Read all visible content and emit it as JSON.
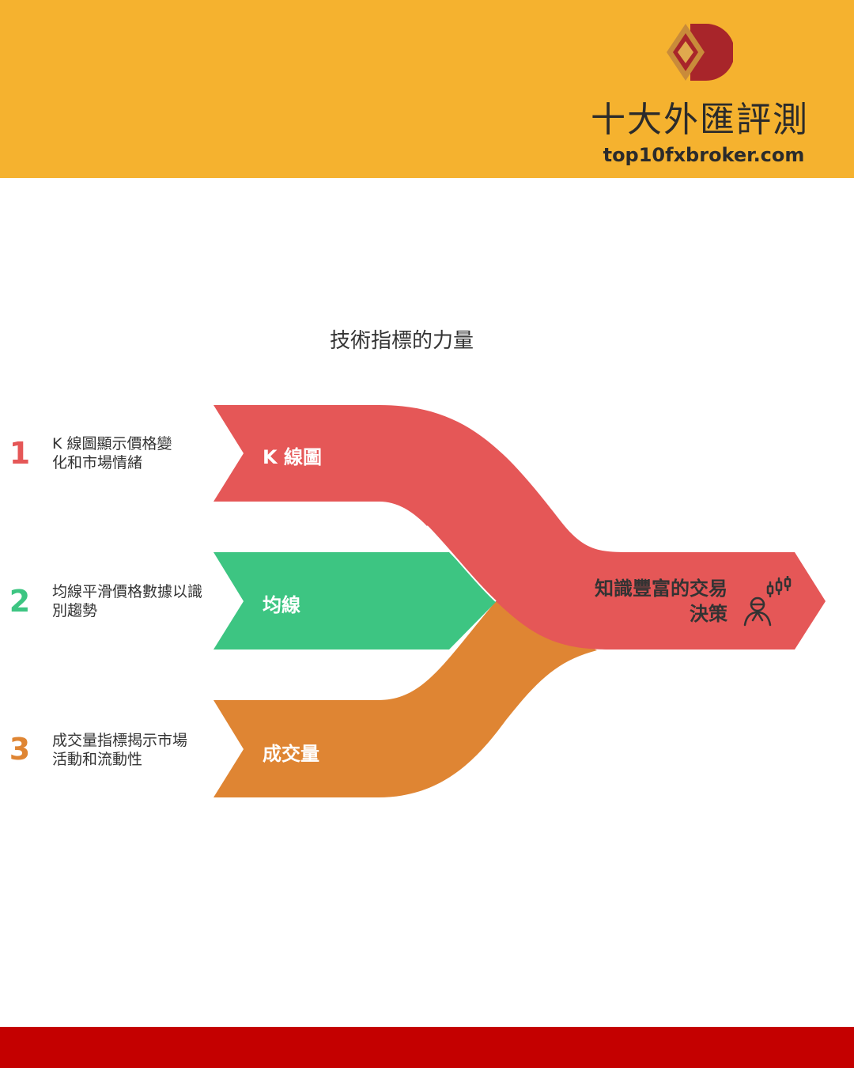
{
  "header": {
    "brand_name": "十大外匯評測",
    "brand_url": "top10fxbroker.com",
    "logo_icon": "diamond-d-logo-icon",
    "background": "#f5b22f"
  },
  "diagram": {
    "title": "技術指標的力量",
    "items": [
      {
        "number": "1",
        "description": "K 線圖顯示價格變化和市場情緒",
        "label": "K 線圖",
        "color": "#e55757"
      },
      {
        "number": "2",
        "description": "均線平滑價格數據以識別趨勢",
        "label": "均線",
        "color": "#3dc582"
      },
      {
        "number": "3",
        "description": "成交量指標揭示市場活動和流動性",
        "label": "成交量",
        "color": "#df8533"
      }
    ],
    "result": {
      "label": "知識豐富的交易決策",
      "icon": "trader-with-candlesticks-icon"
    }
  },
  "footer": {
    "background": "#c40000"
  }
}
